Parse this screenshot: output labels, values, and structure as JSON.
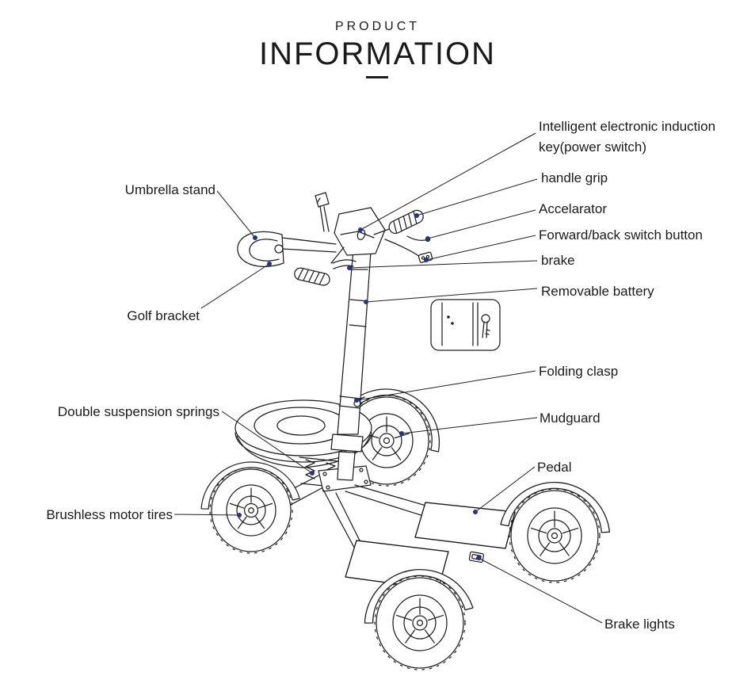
{
  "page": {
    "kicker": "PRODUCT",
    "title": "INFORMATION"
  },
  "colors": {
    "line": "#1f1f1f",
    "text": "#1a1a1a",
    "dot": "#27337f"
  },
  "labels": [
    {
      "id": "induction-key",
      "text": "Intelligent electronic induction key(power switch)"
    },
    {
      "id": "handle-grip",
      "text": "handle grip"
    },
    {
      "id": "accelarator",
      "text": "Accelarator"
    },
    {
      "id": "forward-back-switch",
      "text": "Forward/back switch button"
    },
    {
      "id": "brake",
      "text": "brake"
    },
    {
      "id": "removable-battery",
      "text": "Removable battery"
    },
    {
      "id": "folding-clasp",
      "text": "Folding clasp"
    },
    {
      "id": "mudguard",
      "text": "Mudguard"
    },
    {
      "id": "pedal",
      "text": "Pedal"
    },
    {
      "id": "brake-lights",
      "text": "Brake lights"
    },
    {
      "id": "umbrella-stand",
      "text": "Umbrella stand"
    },
    {
      "id": "golf-bracket",
      "text": "Golf bracket"
    },
    {
      "id": "double-suspension-springs",
      "text": "Double suspension springs"
    },
    {
      "id": "brushless-motor-tires",
      "text": "Brushless motor tires"
    }
  ]
}
